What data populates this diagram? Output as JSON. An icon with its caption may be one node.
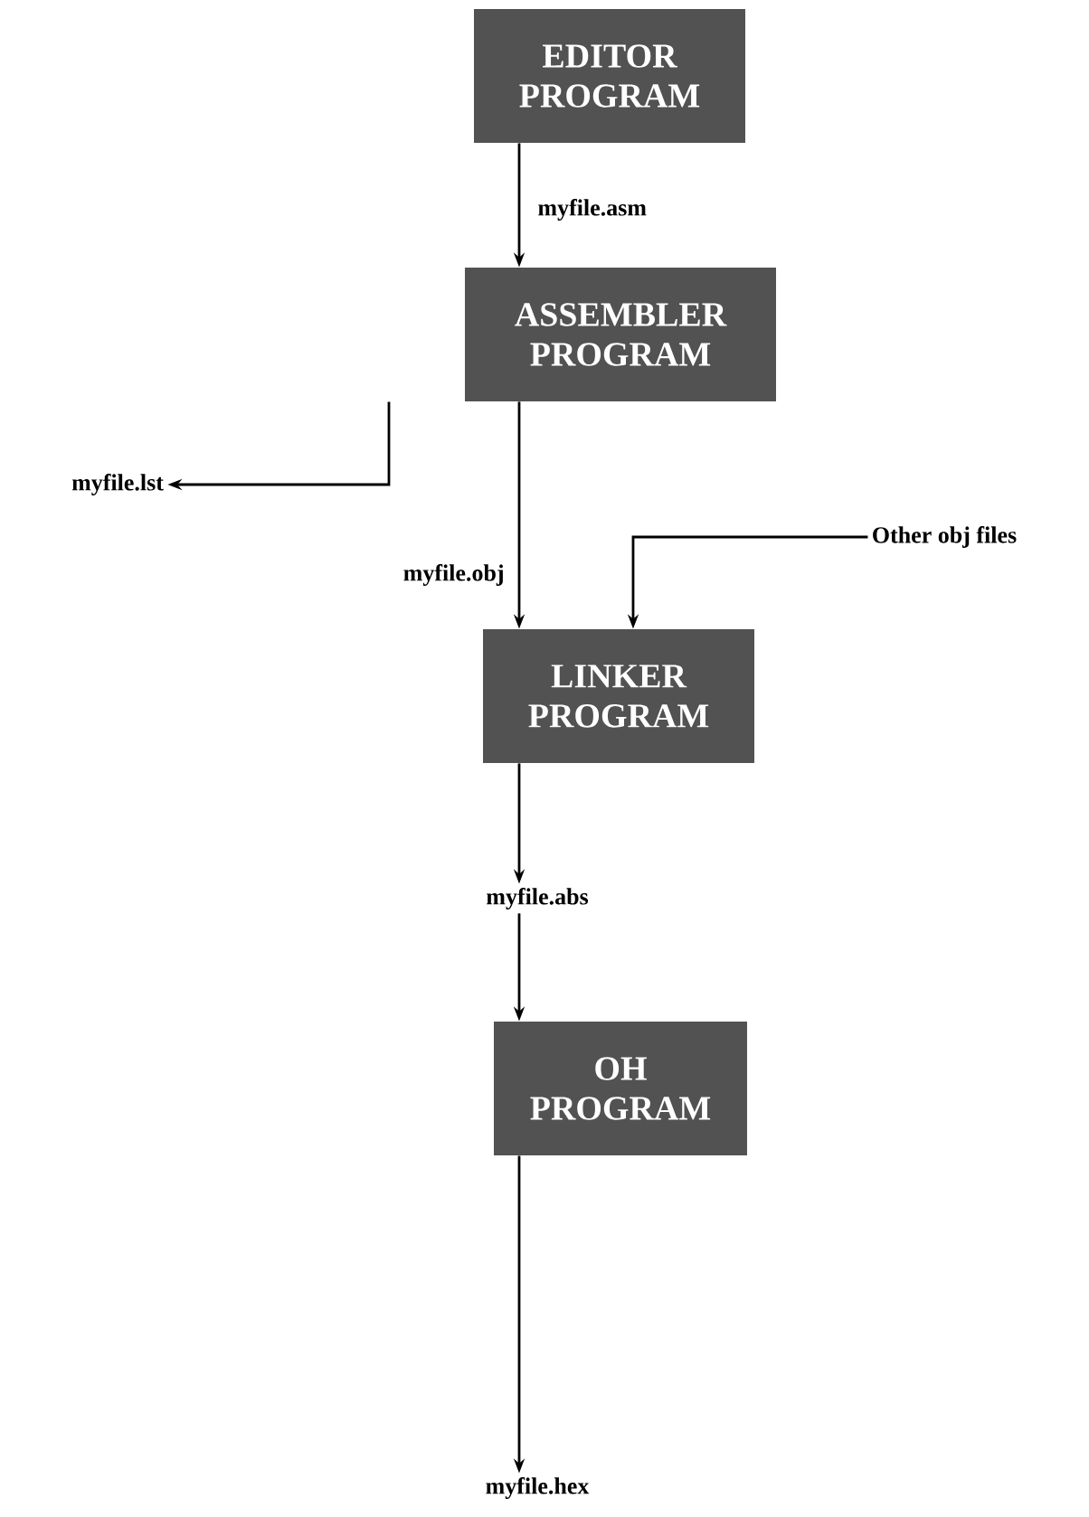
{
  "diagram": {
    "nodes": [
      {
        "text": [
          "EDITOR PROGRAM"
        ]
      },
      {
        "text": [
          "ASSEMBLER PROGRAM"
        ]
      },
      {
        "text": [
          "LINKER PROGRAM"
        ]
      },
      {
        "text": [
          "OH PROGRAM"
        ]
      },
      {
        "text": [
          "myfile.lst"
        ]
      },
      {
        "text": [
          "Other obj files"
        ]
      },
      {
        "text": [
          "myfile.abs"
        ]
      },
      {
        "text": [
          "myfile.hex"
        ]
      }
    ],
    "edges": [
      {
        "from": 0,
        "to": 1,
        "arrow": "to",
        "label": "myfile.asm"
      },
      {
        "from": 1,
        "to": 4,
        "arrow": "to"
      },
      {
        "from": 1,
        "to": 2,
        "arrow": "to",
        "label": "myfile.obj"
      },
      {
        "from": 5,
        "to": 2,
        "arrow": "to"
      },
      {
        "from": 2,
        "to": 6,
        "arrow": "to"
      },
      {
        "from": 6,
        "to": 3,
        "arrow": "to"
      },
      {
        "from": 3,
        "to": 7,
        "arrow": "to"
      }
    ]
  }
}
